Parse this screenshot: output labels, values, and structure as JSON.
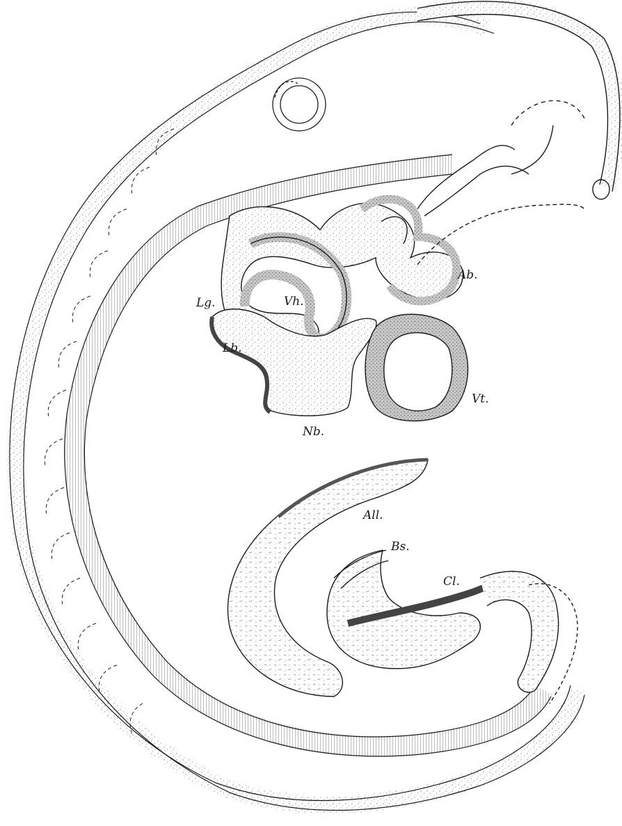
{
  "figure": {
    "labels": {
      "ab": "Ab.",
      "lg": "Lg.",
      "vh": "Vh.",
      "lb": "Lb.",
      "vt": "Vt.",
      "nb": "Nb.",
      "all": "All.",
      "bs": "Bs.",
      "cl": "Cl."
    },
    "colors": {
      "ink": "#1a1a1a",
      "paper": "#ffffff",
      "stipple": "#9a9a9a"
    }
  }
}
